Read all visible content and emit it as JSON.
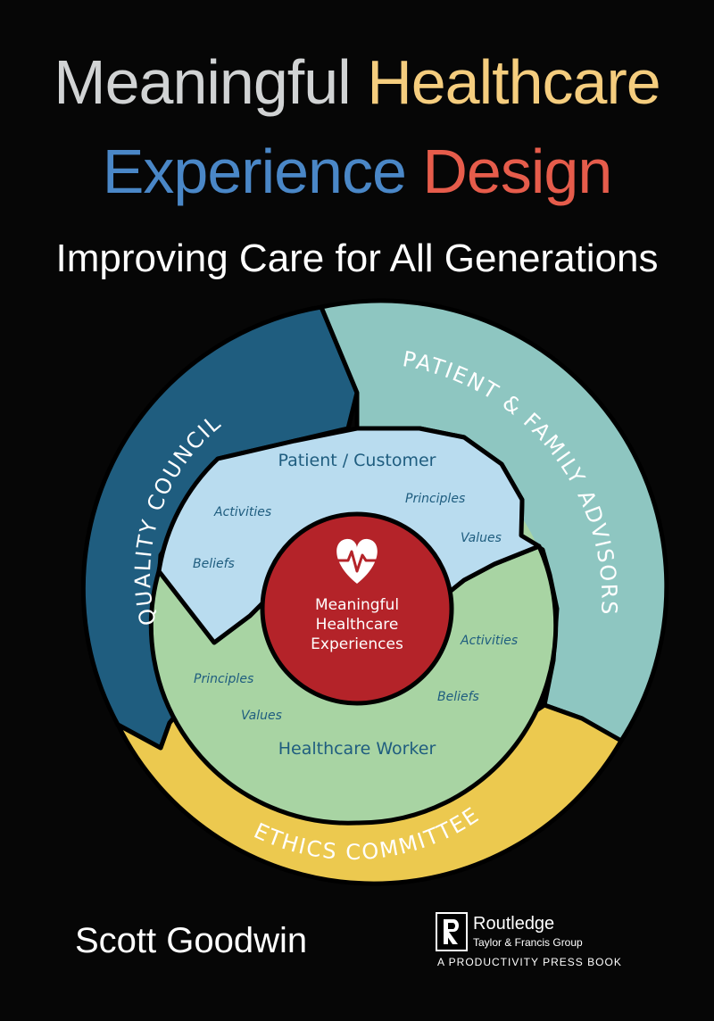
{
  "title": {
    "line1": [
      {
        "text": "Meaningful",
        "color": "#d1d3d4"
      },
      {
        "text": "Healthcare",
        "color": "#f5cd7e"
      }
    ],
    "line2": [
      {
        "text": "Experience",
        "color": "#4a87c7"
      },
      {
        "text": "Design",
        "color": "#e65c4b"
      }
    ]
  },
  "subtitle": "Improving Care for All Generations",
  "diagram": {
    "outer_ring": {
      "quality_council": {
        "label": "QUALITY COUNCIL",
        "color": "#1f5d7f"
      },
      "patient_family_advisors": {
        "label": "PATIENT & FAMILY ADVISORS",
        "color": "#8ec6c1"
      },
      "ethics_committee": {
        "label": "ETHICS COMMITTEE",
        "color": "#ecc94f"
      }
    },
    "patient_region": {
      "title": "Patient / Customer",
      "color": "#b9dcef",
      "words": [
        "Activities",
        "Principles",
        "Values",
        "Beliefs"
      ]
    },
    "worker_region": {
      "title": "Healthcare Worker",
      "color": "#a8d4a3",
      "words": [
        "Activities",
        "Principles",
        "Values",
        "Beliefs"
      ]
    },
    "center": {
      "lines": [
        "Meaningful",
        "Healthcare",
        "Experiences"
      ],
      "color": "#b42329",
      "icon": "heart-pulse-icon"
    }
  },
  "author": "Scott Goodwin",
  "publisher": {
    "name": "Routledge",
    "group": "Taylor & Francis Group",
    "imprint": "A PRODUCTIVITY PRESS BOOK",
    "logo_icon": "routledge-r-logo-icon"
  }
}
